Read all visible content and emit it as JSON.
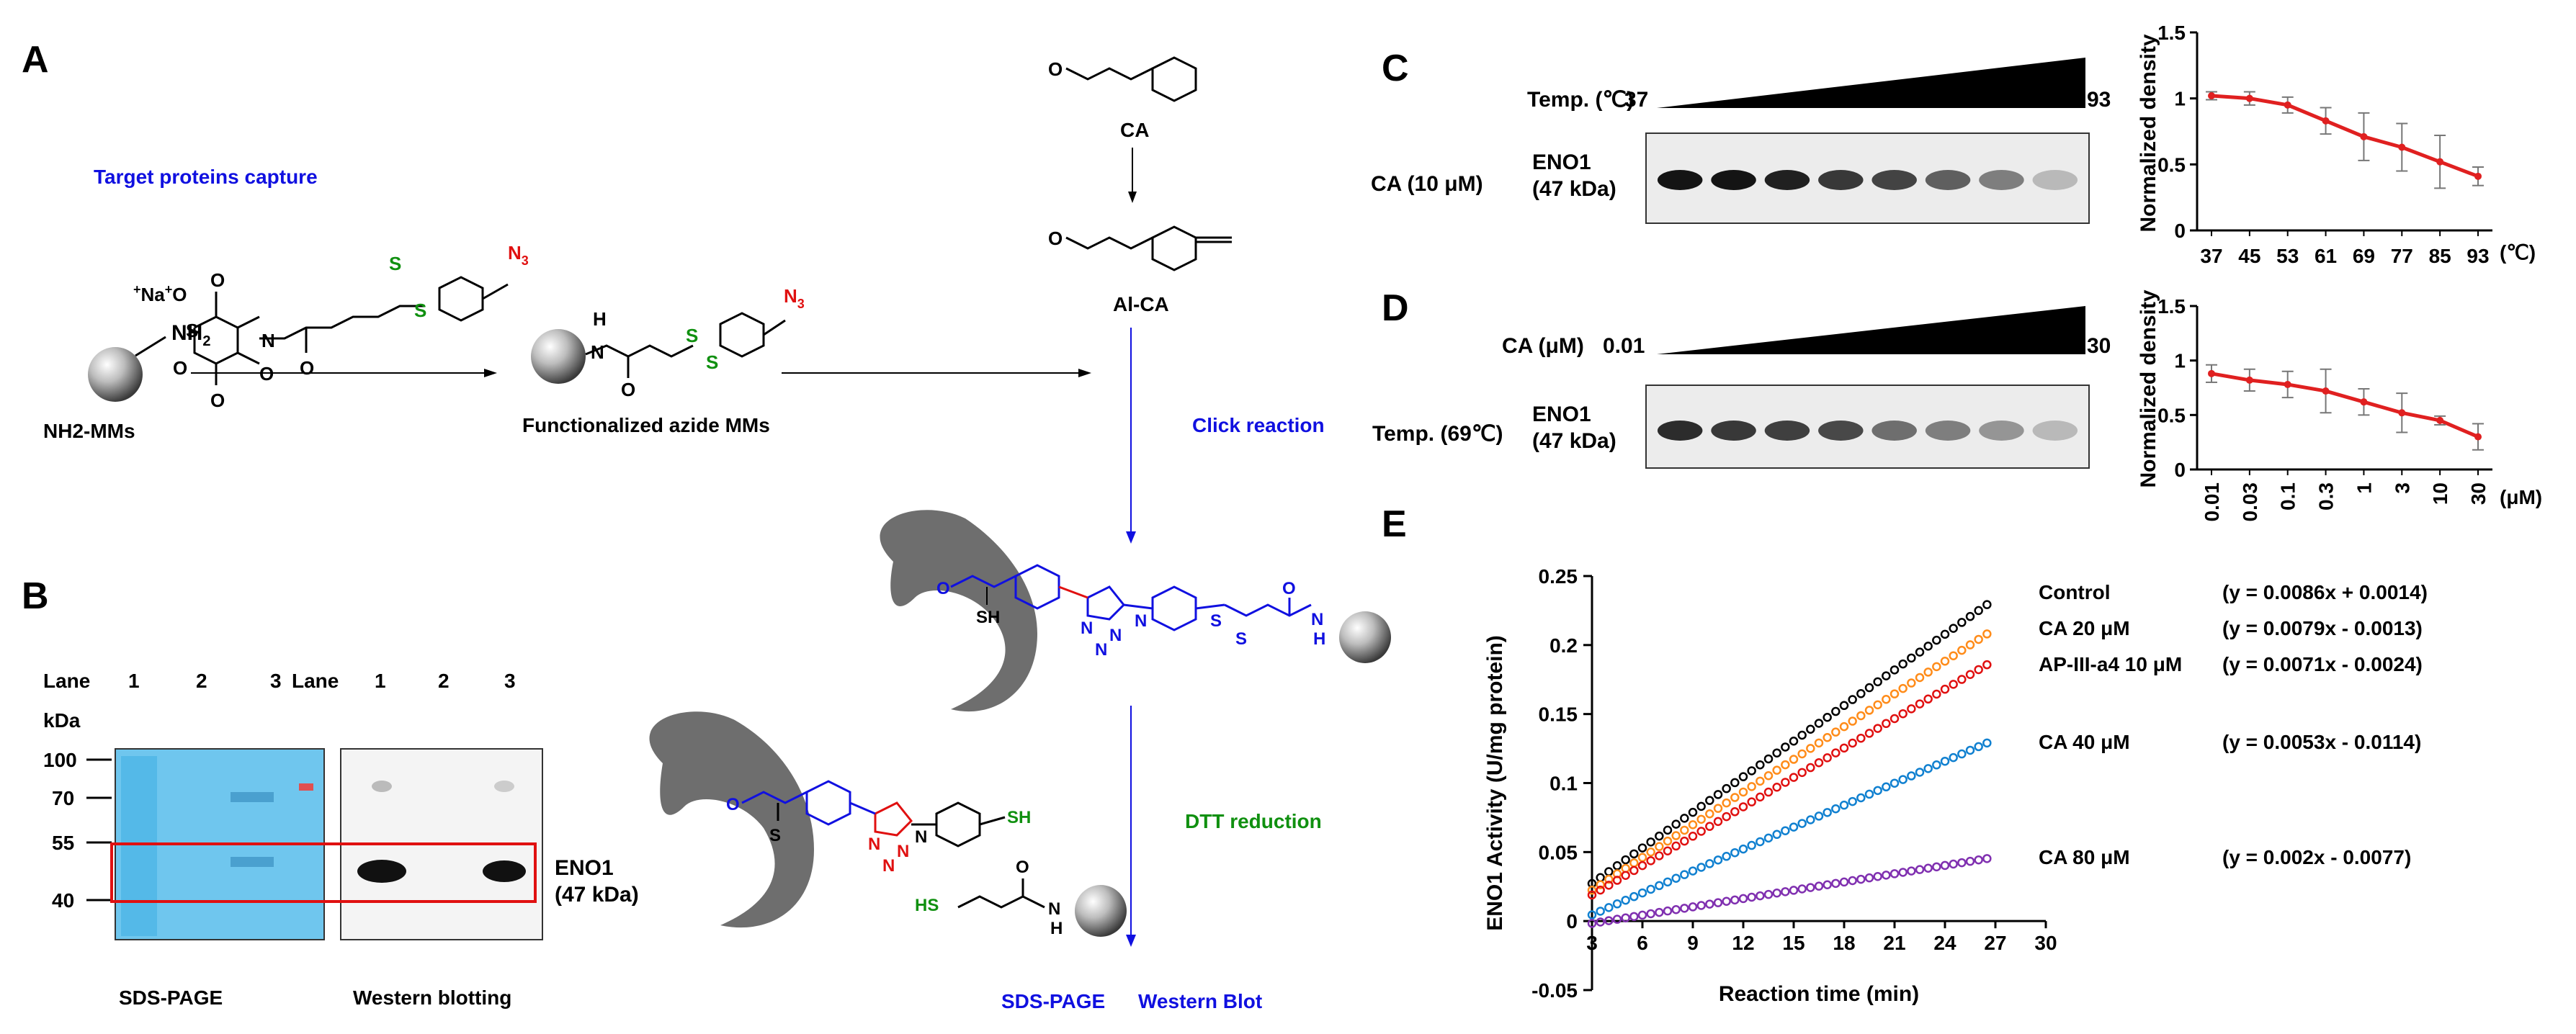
{
  "colors": {
    "blue": "#1010e0",
    "red": "#e01010",
    "green": "#109010",
    "curve": "#e02020",
    "purple": "#8030b0",
    "orange": "#ff8c1a",
    "lightblue": "#1080d0",
    "black": "#000000",
    "gel": "#48b4e6"
  },
  "panelA": {
    "label": "A",
    "capture_title": "Target proteins capture",
    "reagent": {
      "cation": "Na",
      "charge_plus": "+",
      "o_minus": "O",
      "sulfonyl_s": "S",
      "ring_n": "N",
      "o1": "O",
      "o2": "O",
      "o3": "O",
      "o4": "O",
      "o5": "O",
      "s1": "S",
      "s2": "S",
      "n3_n": "N",
      "n3_sub": "3"
    },
    "mm_nh2": {
      "n": "NH",
      "sub": "2",
      "name": "NH2-MMs"
    },
    "func": {
      "h": "H",
      "n": "N",
      "o": "O",
      "s1": "S",
      "s2": "S",
      "n3_n": "N",
      "n3_sub": "3",
      "name": "Functionalized azide MMs"
    },
    "ca": {
      "o": "O",
      "name": "CA"
    },
    "alca": {
      "o": "O",
      "name": "Al-CA"
    },
    "click": "Click reaction",
    "conj1": {
      "o": "O",
      "sh": "SH",
      "n1": "N",
      "n2": "N",
      "n3": "N",
      "n4": "N",
      "s1": "S",
      "s2": "S",
      "o2": "O",
      "nh_n": "N",
      "nh_h": "H"
    },
    "conj2": {
      "o": "O",
      "s": "S",
      "n1": "N",
      "n2": "N",
      "n3": "N",
      "n4": "N",
      "sh": "SH",
      "hs": "HS",
      "o2": "O",
      "nh_n": "N",
      "nh_h": "H"
    },
    "dtt": "DTT reduction",
    "sds": "SDS-PAGE",
    "wb": "Western Blot"
  },
  "panelB": {
    "label": "B",
    "lane": "Lane",
    "kda": "kDa",
    "lanes_left": [
      "1",
      "2",
      "3"
    ],
    "lanes_right": [
      "1",
      "2",
      "3"
    ],
    "markers": [
      "100",
      "70",
      "55",
      "40"
    ],
    "eno1": "ENO1",
    "eno1_kda": "(47 kDa)",
    "left_caption": "SDS-PAGE",
    "right_caption": "Western blotting"
  },
  "panelC": {
    "label": "C",
    "temp_label": "Temp. (℃)",
    "start": "37",
    "end": "93",
    "row_label": "CA (10 μM)",
    "eno1": "ENO1",
    "eno1_kda": "(47 kDa)",
    "band_intensity": [
      1.0,
      1.0,
      0.95,
      0.85,
      0.8,
      0.68,
      0.55,
      0.3
    ]
  },
  "panelD": {
    "label": "D",
    "ca_label": "CA (μM)",
    "start": "0.01",
    "end": "30",
    "row_label": "Temp. (69℃)",
    "eno1": "ENO1",
    "eno1_kda": "(47 kDa)",
    "band_intensity": [
      0.9,
      0.85,
      0.82,
      0.78,
      0.62,
      0.55,
      0.45,
      0.3
    ]
  },
  "panelE": {
    "label": "E"
  },
  "chart_data": [
    {
      "type": "line",
      "ylabel": "Normalized density",
      "xlabel_unit": "(℃)",
      "categories": [
        "37",
        "45",
        "53",
        "61",
        "69",
        "77",
        "85",
        "93"
      ],
      "series": [
        {
          "values": [
            1.02,
            1.0,
            0.95,
            0.83,
            0.71,
            0.63,
            0.52,
            0.41
          ],
          "errors": [
            0.03,
            0.05,
            0.06,
            0.1,
            0.18,
            0.18,
            0.2,
            0.07
          ]
        }
      ],
      "ylim": [
        0,
        1.5
      ],
      "yticks": [
        "0",
        "0.5",
        "1",
        "1.5"
      ]
    },
    {
      "type": "line",
      "ylabel": "Normalized density",
      "xlabel_unit": "(μM)",
      "categories": [
        "0.01",
        "0.03",
        "0.1",
        "0.3",
        "1",
        "3",
        "10",
        "30"
      ],
      "series": [
        {
          "values": [
            0.88,
            0.82,
            0.78,
            0.72,
            0.62,
            0.52,
            0.45,
            0.3
          ],
          "errors": [
            0.08,
            0.1,
            0.12,
            0.2,
            0.12,
            0.18,
            0.04,
            0.12
          ]
        }
      ],
      "ylim": [
        0,
        1.5
      ],
      "yticks": [
        "0",
        "0.5",
        "1",
        "1.5"
      ]
    },
    {
      "type": "scatter",
      "ylabel": "ENO1 Activity (U/mg protein)",
      "xlabel": "Reaction time (min)",
      "xlim": [
        3,
        30
      ],
      "ylim": [
        -0.05,
        0.25
      ],
      "xticks": [
        "3",
        "6",
        "9",
        "12",
        "15",
        "18",
        "21",
        "24",
        "27",
        "30"
      ],
      "yticks": [
        "-0.05",
        "0",
        "0.05",
        "0.1",
        "0.15",
        "0.2",
        "0.25"
      ],
      "series": [
        {
          "name": "Control",
          "equation": "(y = 0.0086x + 0.0014)",
          "slope": 0.0086,
          "intercept": 0.0014,
          "color": "#000000"
        },
        {
          "name": "CA 20 μM",
          "equation": "(y = 0.0079x - 0.0013)",
          "slope": 0.0079,
          "intercept": -0.0013,
          "color": "#ff8c1a"
        },
        {
          "name": "AP-III-a4 10 μM",
          "equation": "(y = 0.0071x - 0.0024)",
          "slope": 0.0071,
          "intercept": -0.0024,
          "color": "#e01010"
        },
        {
          "name": "CA 40 μM",
          "equation": "(y = 0.0053x - 0.0114)",
          "slope": 0.0053,
          "intercept": -0.0114,
          "color": "#1080d0"
        },
        {
          "name": "CA 80 μM",
          "equation": "(y = 0.002x - 0.0077)",
          "slope": 0.002,
          "intercept": -0.0077,
          "color": "#8030b0"
        }
      ],
      "x_start": 3,
      "x_end": 26.5
    }
  ]
}
